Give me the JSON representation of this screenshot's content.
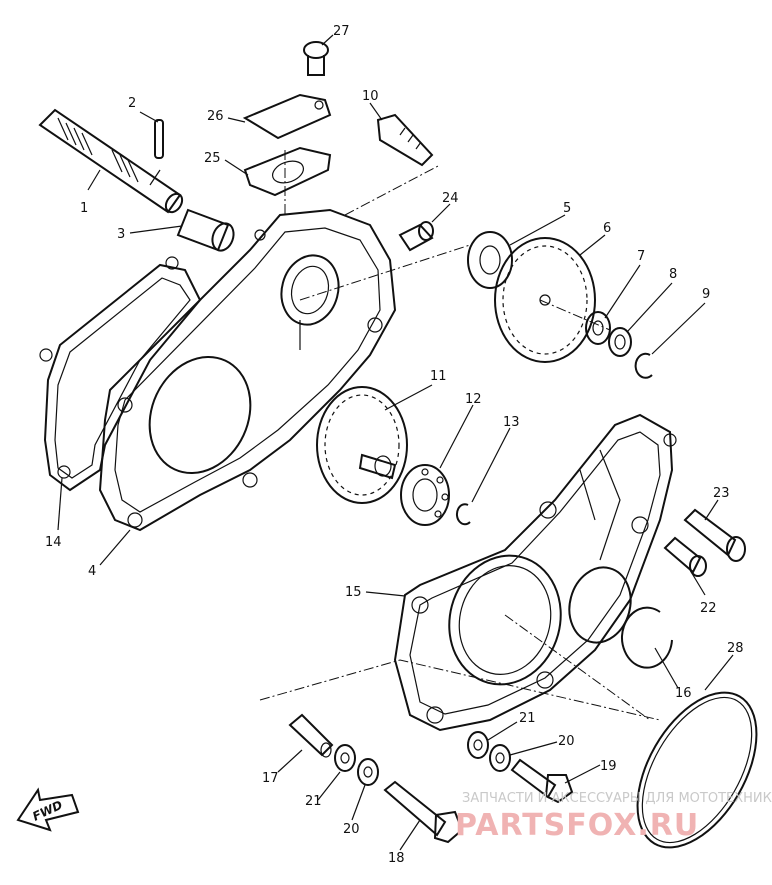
{
  "part_labels": {
    "p1": "1",
    "p2": "2",
    "p3": "3",
    "p4": "4",
    "p5": "5",
    "p6": "6",
    "p7": "7",
    "p8": "8",
    "p9": "9",
    "p10": "10",
    "p11": "11",
    "p12": "12",
    "p13": "13",
    "p14": "14",
    "p15": "15",
    "p16": "16",
    "p17": "17",
    "p18": "18",
    "p19": "19",
    "p20a": "20",
    "p20b": "20",
    "p21a": "21",
    "p21b": "21",
    "p22": "22",
    "p23": "23",
    "p24": "24",
    "p25": "25",
    "p26": "26",
    "p27": "27",
    "p28": "28"
  },
  "direction_mark": "FWD",
  "watermark": {
    "caption": "ЗАПЧАСТИ И АКСЕССУАРЫ ДЛЯ МОТОТЕХНИКИ",
    "logo": "PARTSFOX.RU"
  }
}
